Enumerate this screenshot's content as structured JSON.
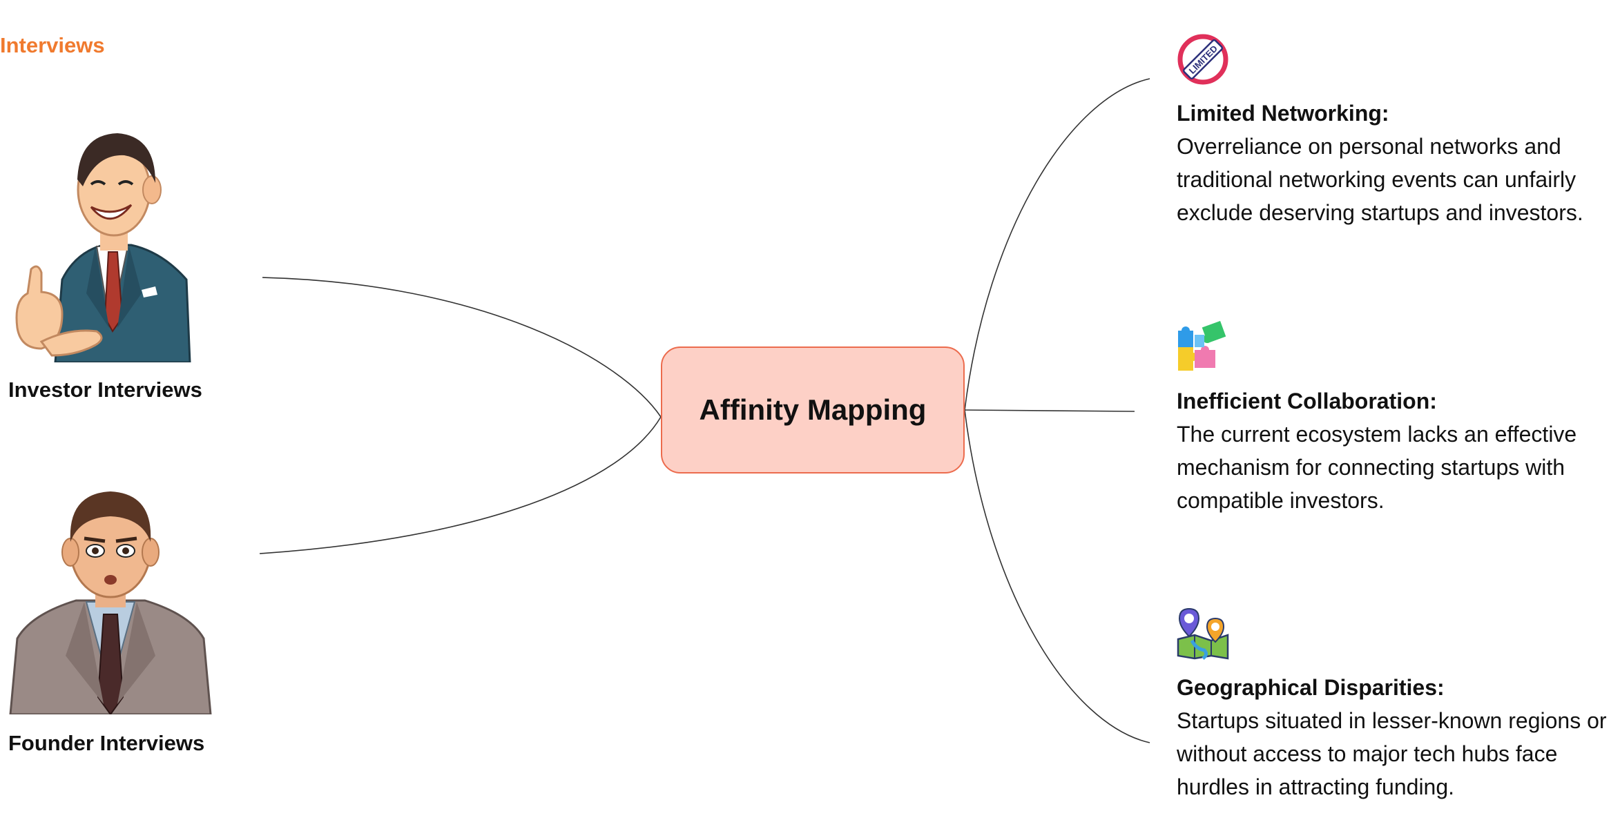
{
  "section_title": "Interviews",
  "center": {
    "label": "Affinity Mapping",
    "fill_color": "#fdd0c6",
    "border_color": "#ec6b4d"
  },
  "accent_color": "#f07a2e",
  "personas": [
    {
      "label": "Investor Interviews",
      "icon": "investor-cartoon-icon"
    },
    {
      "label": "Founder Interviews",
      "icon": "founder-cartoon-icon"
    }
  ],
  "findings": [
    {
      "icon": "limited-stamp-icon",
      "title": "Limited Networking:",
      "lines": [
        "Overreliance on personal networks and",
        "traditional networking events can unfairly",
        "exclude deserving startups and investors."
      ]
    },
    {
      "icon": "puzzle-pieces-icon",
      "title": "Inefficient Collaboration:",
      "lines": [
        "The current ecosystem lacks an effective",
        "mechanism for connecting startups with",
        "compatible investors."
      ]
    },
    {
      "icon": "map-pins-icon",
      "title": "Geographical Disparities:",
      "lines": [
        "Startups situated in lesser-known regions or",
        "without access to major tech hubs face",
        "hurdles in attracting funding."
      ]
    }
  ]
}
